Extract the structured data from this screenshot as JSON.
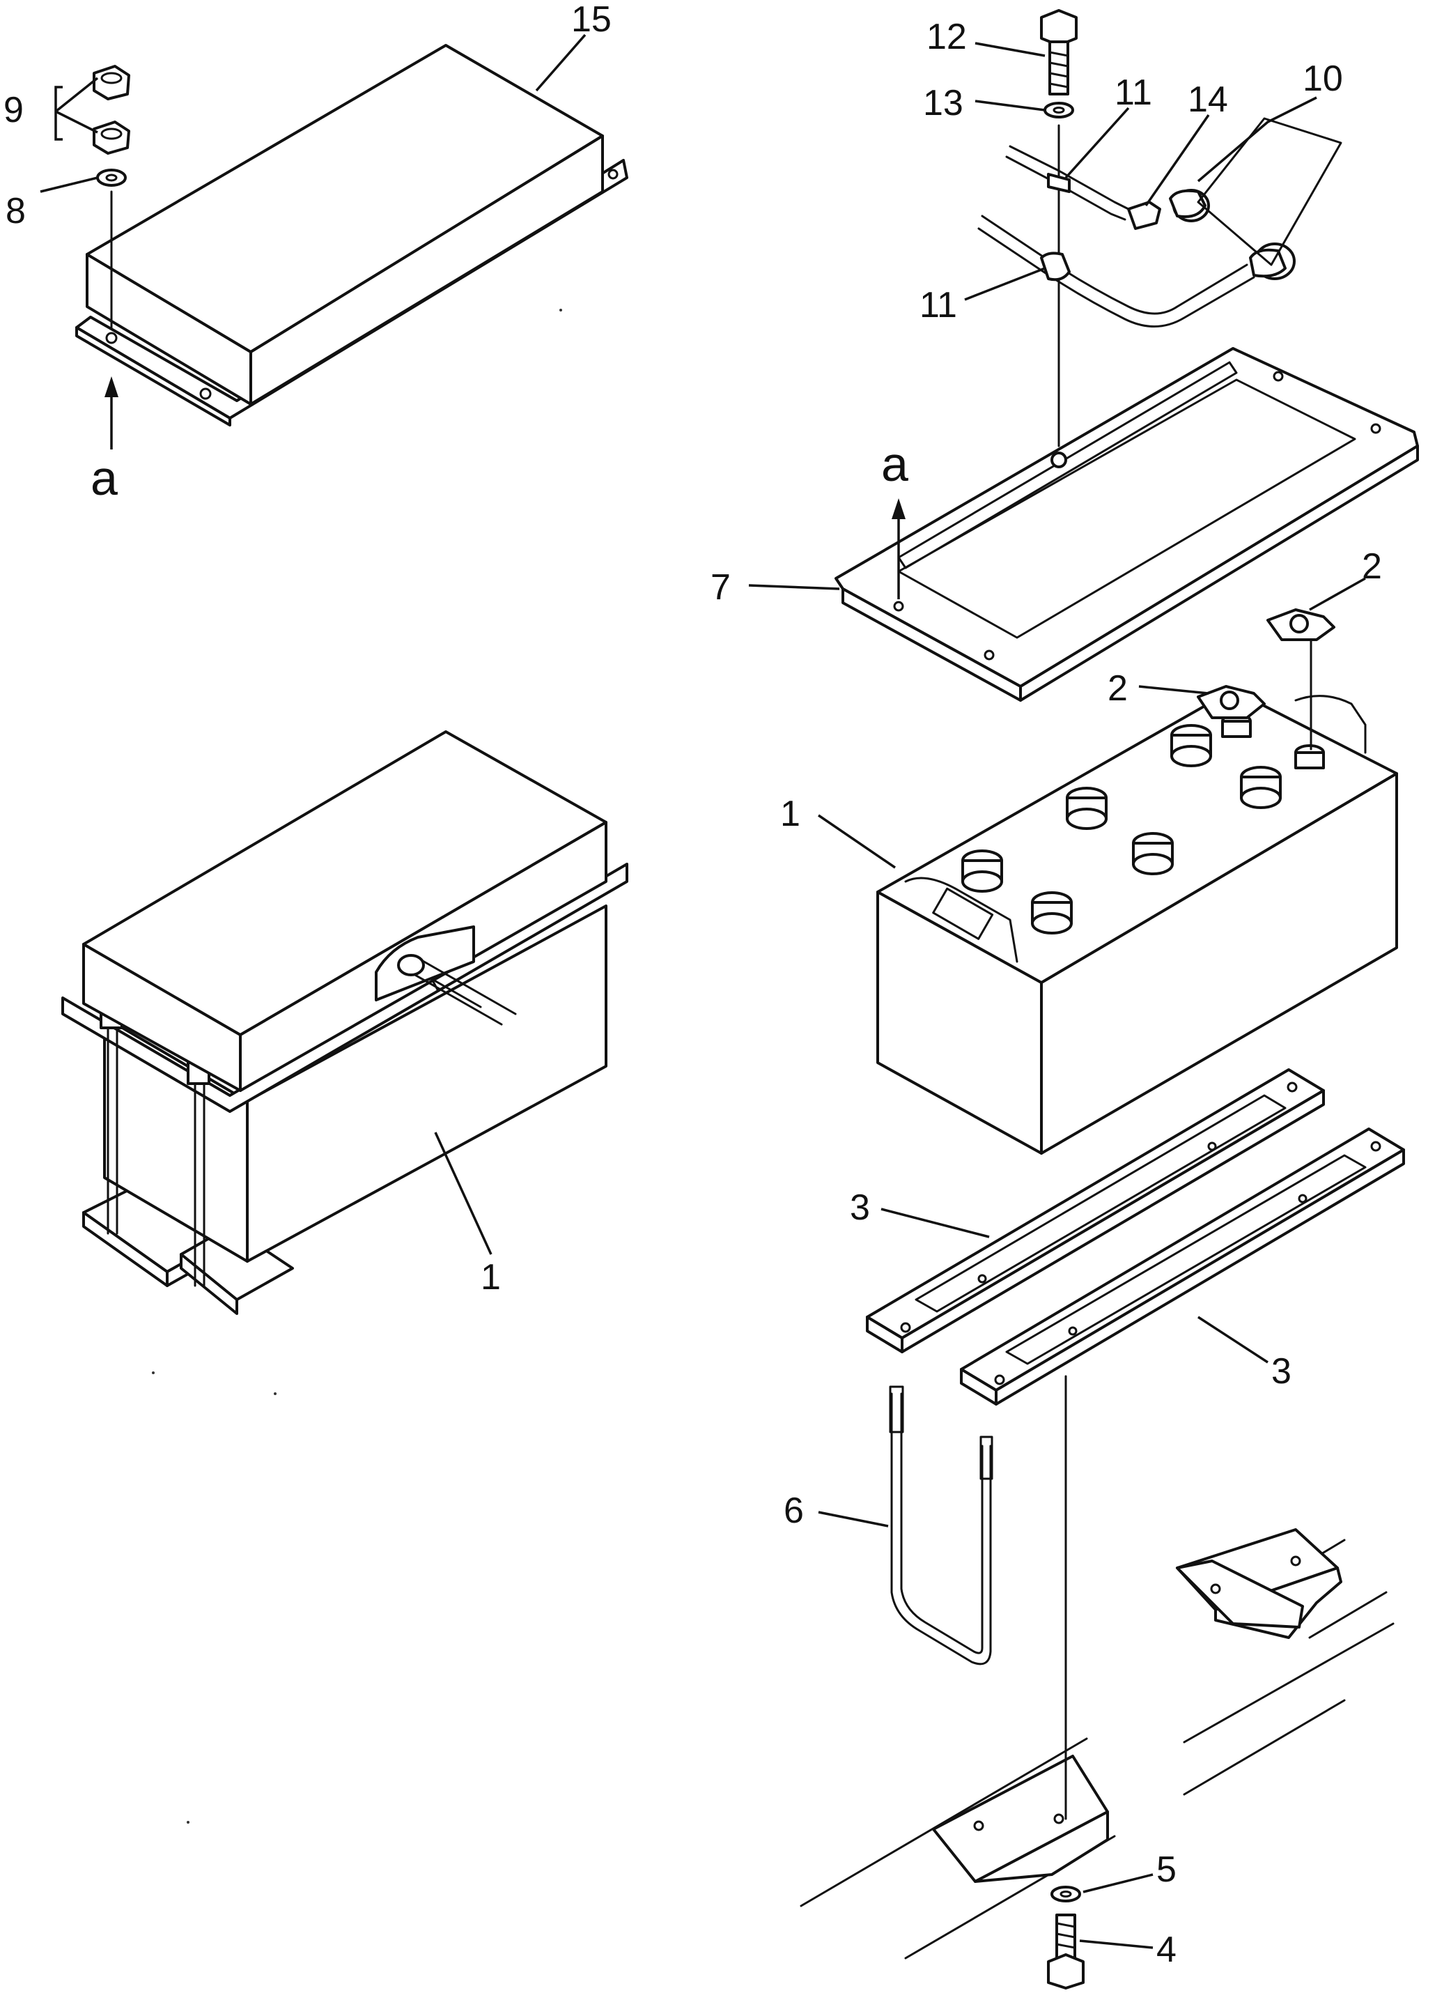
{
  "diagram": {
    "callouts": {
      "c15": "15",
      "c9": "9",
      "c8": "8",
      "c12": "12",
      "c13": "13",
      "c11a": "11",
      "c14": "14",
      "c10": "10",
      "c11b": "11",
      "c7": "7",
      "c2a": "2",
      "c2b": "2",
      "c1a": "1",
      "c1b": "1",
      "c3a": "3",
      "c3b": "3",
      "c6": "6",
      "c5": "5",
      "c4": "4"
    },
    "view_marks": {
      "left": "a",
      "right": "a"
    }
  }
}
